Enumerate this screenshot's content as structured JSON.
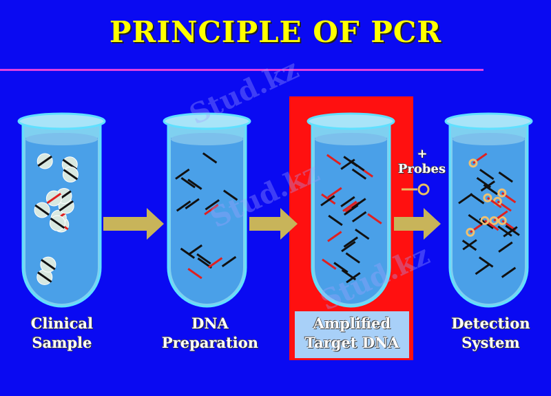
{
  "title": "PRINCIPLE OF PCR",
  "steps": [
    {
      "line1": "Clinical",
      "line2": "Sample"
    },
    {
      "line1": "DNA",
      "line2": "Preparation"
    },
    {
      "line1": "Amplified",
      "line2": "Target DNA"
    },
    {
      "line1": "Detection",
      "line2": "System"
    }
  ],
  "probes": {
    "plus": "+",
    "label": "Probes"
  },
  "watermark": "Stud.kz",
  "colors": {
    "background": "#0a0af2",
    "title": "#ffff00",
    "highlight": "#ff1010",
    "arrow": "#c8b45a",
    "liquid": "#4aa0e8"
  }
}
